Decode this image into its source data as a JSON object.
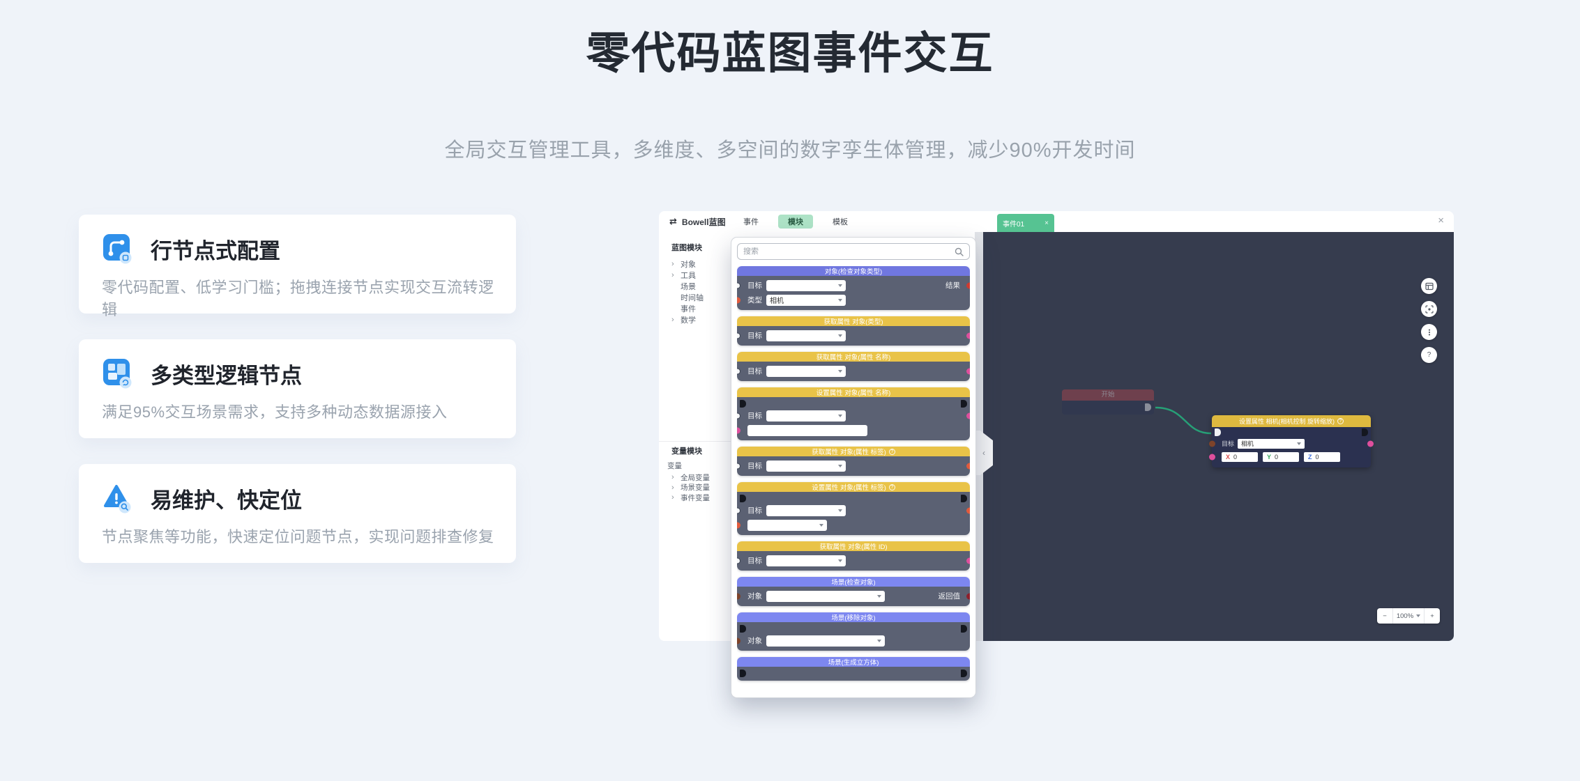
{
  "page": {
    "title": "零代码蓝图事件交互",
    "subtitle": "全局交互管理工具，多维度、多空间的数字孪生体管理，减少90%开发时间"
  },
  "features": [
    {
      "icon": "flow-nodes-icon",
      "title": "行节点式配置",
      "desc": "零代码配置、低学习门槛；拖拽连接节点实现交互流转逻辑"
    },
    {
      "icon": "layout-blocks-icon",
      "title": "多类型逻辑节点",
      "desc": "满足95%交互场景需求，支持多种动态数据源接入"
    },
    {
      "icon": "warning-locate-icon",
      "title": "易维护、快定位",
      "desc": "节点聚焦等功能，快速定位问题节点，实现问题排查修复"
    }
  ],
  "editor": {
    "colors": {
      "node_headers": {
        "indigo": "#7077e0",
        "yellow": "#e9c348",
        "violet": "#7d87f0"
      },
      "accent_blue": "#2f90ea",
      "green_tab": "#56c392",
      "active_tab_bg": "#ade2c6",
      "canvas_bg": "#363c4e",
      "wire_green": "#27a077",
      "ghost_red": "#b3474d"
    },
    "topbar": {
      "logo": "Bowell蓝图",
      "tabs": [
        "事件",
        "模块",
        "模板"
      ],
      "active_tab": "模块",
      "doc_tab": "事件01",
      "close_glyph": "×"
    },
    "sidebar": {
      "module_header": "蓝图模块",
      "module_tree": [
        {
          "label": "对象",
          "expandable": true
        },
        {
          "label": "工具",
          "expandable": true
        },
        {
          "label": "场景",
          "expandable": false
        },
        {
          "label": "时间轴",
          "expandable": false
        },
        {
          "label": "事件",
          "expandable": false
        },
        {
          "label": "数学",
          "expandable": true
        }
      ],
      "variable_header": "变量模块",
      "variable_root": "变量",
      "variable_tree": [
        "全局变量",
        "场景变量",
        "事件变量"
      ]
    },
    "palette": {
      "search_placeholder": "搜索",
      "nodes": [
        {
          "color": "indigo",
          "title": "对象(检查对象类型)",
          "exec": false,
          "rows": [
            {
              "left_port": "white",
              "label": "目标",
              "field": "select",
              "value": "",
              "right_label": "结果",
              "right_port": "red"
            },
            {
              "left_port": "orange",
              "label": "类型",
              "field": "select",
              "value": "相机"
            }
          ]
        },
        {
          "color": "yellow",
          "title": "获取属性 对象(类型)",
          "exec": false,
          "rows": [
            {
              "left_port": "white",
              "label": "目标",
              "field": "select",
              "value": "",
              "right_port": "pink"
            }
          ]
        },
        {
          "color": "yellow",
          "title": "获取属性 对象(属性 名称)",
          "exec": false,
          "rows": [
            {
              "left_port": "white",
              "label": "目标",
              "field": "select",
              "value": "",
              "right_port": "pink"
            }
          ]
        },
        {
          "color": "yellow",
          "title": "设置属性 对象(属性 名称)",
          "exec": true,
          "rows": [
            {
              "left_port": "white",
              "label": "目标",
              "field": "select",
              "value": "",
              "right_port": "pink"
            },
            {
              "left_port": "pink",
              "field": "input",
              "value": ""
            }
          ]
        },
        {
          "color": "yellow",
          "title": "获取属性 对象(属性 标签)",
          "help": "?",
          "exec": false,
          "rows": [
            {
              "left_port": "white",
              "label": "目标",
              "field": "select",
              "value": "",
              "right_port": "orange"
            }
          ]
        },
        {
          "color": "yellow",
          "title": "设置属性 对象(属性 标签)",
          "help": "?",
          "exec": true,
          "rows": [
            {
              "left_port": "white",
              "label": "目标",
              "field": "select",
              "value": "",
              "right_port": "orange"
            },
            {
              "left_port": "orange",
              "field": "select",
              "value": ""
            }
          ]
        },
        {
          "color": "yellow",
          "title": "获取属性 对象(属性 ID)",
          "exec": false,
          "rows": [
            {
              "left_port": "white",
              "label": "目标",
              "field": "select",
              "value": "",
              "right_port": "pink"
            }
          ]
        },
        {
          "color": "violet",
          "title": "场景(检查对象)",
          "exec": false,
          "rows": [
            {
              "left_port": "brown",
              "label": "对象",
              "field": "select",
              "value": "",
              "wide": true,
              "right_label": "返回值",
              "right_port": "darkred"
            }
          ]
        },
        {
          "color": "violet",
          "title": "场景(移除对象)",
          "exec": true,
          "rows": [
            {
              "left_port": "brown",
              "label": "对象",
              "field": "select",
              "value": "",
              "wide": true
            }
          ]
        },
        {
          "color": "violet",
          "title": "场景(生成立方体)",
          "exec": true,
          "rows": []
        }
      ]
    },
    "canvas": {
      "ghost_node": {
        "title": "开始"
      },
      "main_node": {
        "title": "设置属性 相机(相机控制 旋转缩放)",
        "help": "?",
        "target_label": "目标",
        "target_value": "相机",
        "axes": [
          {
            "axis": "X",
            "value": "0"
          },
          {
            "axis": "Y",
            "value": "0"
          },
          {
            "axis": "Z",
            "value": "0"
          }
        ]
      },
      "help_label": "?",
      "zoom": {
        "minus": "−",
        "level": "100%",
        "plus": "+"
      }
    }
  }
}
